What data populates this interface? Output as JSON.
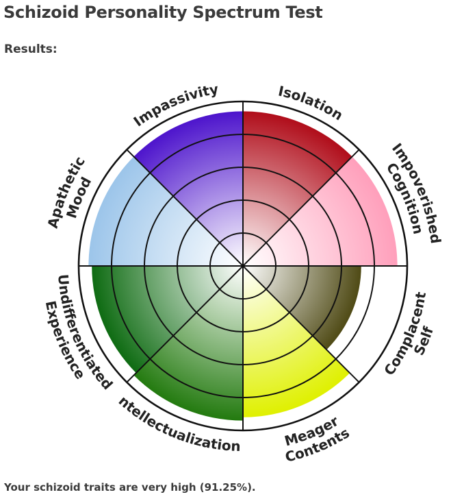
{
  "header": {
    "title": "Schizoid Personality Spectrum Test",
    "results_label": "Results:"
  },
  "summary": {
    "text": "Your schizoid traits are very high (91.25%)."
  },
  "chart_data": {
    "type": "polar-area",
    "max": 5,
    "rings": 5,
    "segments": [
      {
        "lines": [
          "Isolation"
        ],
        "value": 4.7,
        "color": "#b00d1a"
      },
      {
        "lines": [
          "Impoverished",
          "Cognition"
        ],
        "value": 4.7,
        "color": "#ff9fbb"
      },
      {
        "lines": [
          "Complacent",
          "Self"
        ],
        "value": 3.6,
        "color": "#4f4a15"
      },
      {
        "lines": [
          "Meager",
          "Contents"
        ],
        "value": 4.6,
        "color": "#dff000"
      },
      {
        "lines": [
          "Intellectualization"
        ],
        "value": 4.7,
        "color": "#237a0f"
      },
      {
        "lines": [
          "Undifferentiated",
          "Experience"
        ],
        "value": 4.6,
        "color": "#0e6b12"
      },
      {
        "lines": [
          "Apathetic",
          "Mood"
        ],
        "value": 4.7,
        "color": "#9cc5ea"
      },
      {
        "lines": [
          "Impassivity"
        ],
        "value": 4.7,
        "color": "#4d14cc"
      }
    ]
  }
}
